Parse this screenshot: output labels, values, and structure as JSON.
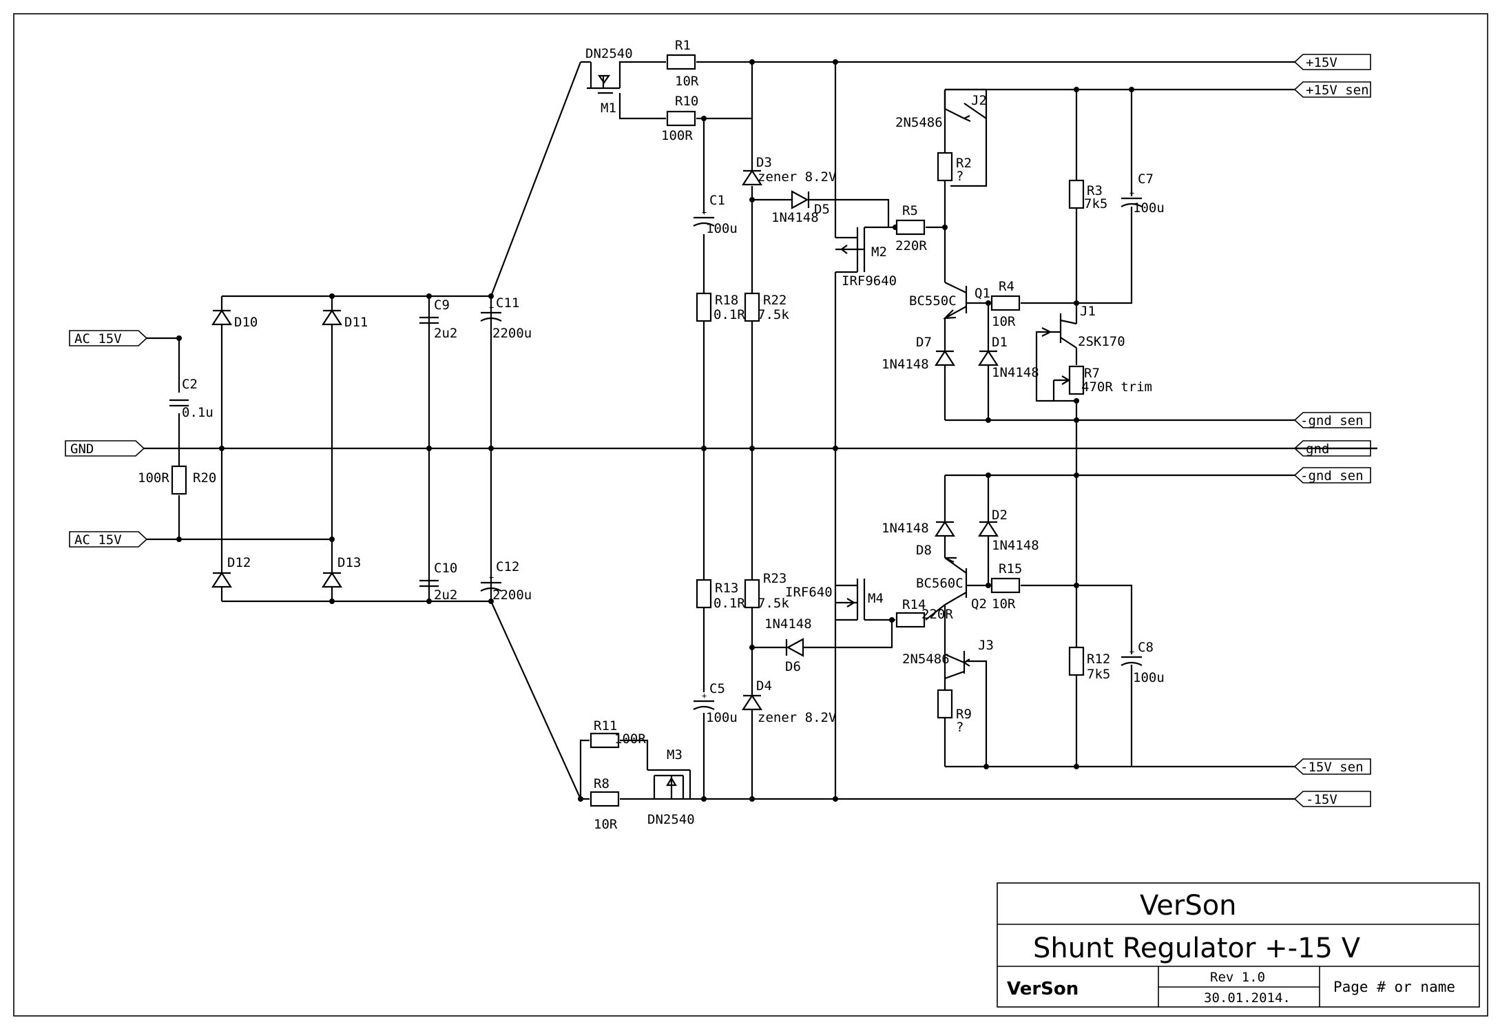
{
  "title_block": {
    "company": "VerSon",
    "title": "Shunt Regulator +-15 V",
    "logo_text": "VerSon",
    "revision": "Rev 1.0",
    "date": "30.01.2014.",
    "page": "Page # or name"
  },
  "ports": {
    "ac_top": "AC 15V",
    "gnd_in": "GND",
    "ac_bottom": "AC 15V",
    "p15": "+15V",
    "p15_sen": "+15V sen",
    "gnd_sen_top": "-gnd sen",
    "gnd_out": "gnd",
    "gnd_sen_bottom": "-gnd sen",
    "m15_sen": "-15V sen",
    "m15": "-15V"
  },
  "components": {
    "c2": {
      "ref": "C2",
      "value": "0.1u"
    },
    "r20": {
      "ref": "R20",
      "value": "100R"
    },
    "d10": {
      "ref": "D10"
    },
    "d11": {
      "ref": "D11"
    },
    "d12": {
      "ref": "D12"
    },
    "d13": {
      "ref": "D13"
    },
    "c9": {
      "ref": "C9",
      "value": "2u2"
    },
    "c10": {
      "ref": "C10",
      "value": "2u2"
    },
    "c11": {
      "ref": "C11",
      "value": "2200u"
    },
    "c12": {
      "ref": "C12",
      "value": "2200u"
    },
    "m1": {
      "ref": "M1",
      "value": "DN2540"
    },
    "r1": {
      "ref": "R1",
      "value": "10R"
    },
    "r10": {
      "ref": "R10",
      "value": "100R"
    },
    "c1": {
      "ref": "C1",
      "value": "100u"
    },
    "d3": {
      "ref": "D3",
      "value": "zener 8.2V"
    },
    "d5": {
      "ref": "D5",
      "value": "1N4148"
    },
    "r18": {
      "ref": "R18",
      "value": "0.1R"
    },
    "r22": {
      "ref": "R22",
      "value": "7.5k"
    },
    "m2": {
      "ref": "M2",
      "value": "IRF9640"
    },
    "r5": {
      "ref": "R5",
      "value": "220R"
    },
    "j2": {
      "ref": "J2",
      "value": "2N5486"
    },
    "r2": {
      "ref": "R2",
      "value": "?"
    },
    "q1": {
      "ref": "Q1",
      "value": "BC550C"
    },
    "r4": {
      "ref": "R4",
      "value": "10R"
    },
    "d7": {
      "ref": "D7",
      "value": "1N4148"
    },
    "d1": {
      "ref": "D1",
      "value": "1N4148"
    },
    "r3": {
      "ref": "R3",
      "value": "7k5"
    },
    "c7": {
      "ref": "C7",
      "value": "100u"
    },
    "j1": {
      "ref": "J1",
      "value": "2SK170"
    },
    "r7": {
      "ref": "R7",
      "value": "470R trim"
    },
    "r13": {
      "ref": "R13",
      "value": "0.1R"
    },
    "r23": {
      "ref": "R23",
      "value": "7.5k"
    },
    "m4": {
      "ref": "M4",
      "value": "IRF640"
    },
    "r14": {
      "ref": "R14",
      "value": "220R"
    },
    "d6": {
      "ref": "D6",
      "value": "1N4148"
    },
    "c5": {
      "ref": "C5",
      "value": "100u"
    },
    "d4": {
      "ref": "D4",
      "value": "zener 8.2V"
    },
    "d8": {
      "ref": "D8",
      "value": "1N4148"
    },
    "d2": {
      "ref": "D2",
      "value": "1N4148"
    },
    "q2": {
      "ref": "Q2",
      "value": "BC560C"
    },
    "r15": {
      "ref": "R15",
      "value": "10R"
    },
    "j3": {
      "ref": "J3",
      "value": "2N5486"
    },
    "r9": {
      "ref": "R9",
      "value": "?"
    },
    "r12": {
      "ref": "R12",
      "value": "7k5"
    },
    "c8": {
      "ref": "C8",
      "value": "100u"
    },
    "r11": {
      "ref": "R11",
      "value": "100R"
    },
    "r8": {
      "ref": "R8",
      "value": "10R"
    },
    "m3": {
      "ref": "M3",
      "value": "DN2540"
    }
  }
}
